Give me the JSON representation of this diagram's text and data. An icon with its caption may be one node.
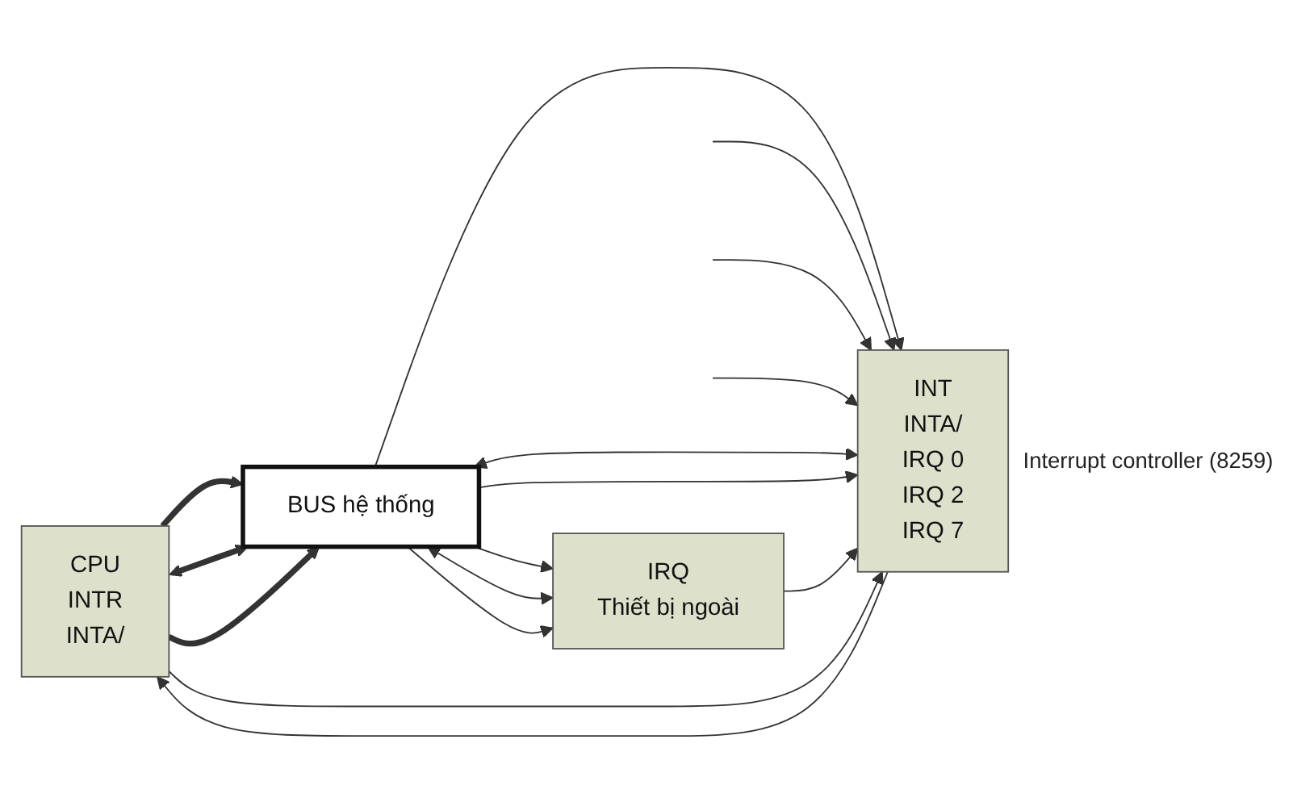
{
  "diagram": {
    "nodes": [
      {
        "text": [
          "CPU",
          "INTR",
          "INTA/"
        ]
      },
      {
        "text": [
          "INT",
          "INTA/",
          "IRQ 0",
          "IRQ 2",
          "IRQ 7"
        ],
        "beside": [
          "Interrupt controller (8259)"
        ]
      },
      {
        "text": [
          "IRQ",
          "Thiết bị ngoài"
        ]
      },
      {
        "text": [
          "BUS hệ thống"
        ]
      }
    ],
    "edges": [
      {
        "from": 0,
        "to": 3,
        "arrow": "to",
        "style": "thick"
      },
      {
        "from": 0,
        "to": 3,
        "arrow": "both",
        "style": "thick"
      },
      {
        "from": 0,
        "to": 3,
        "arrow": "to",
        "style": "thick"
      },
      {
        "from": 3,
        "to": 1,
        "arrow": "to"
      },
      {
        "from": 3,
        "to": 1,
        "arrow": "both"
      },
      {
        "from": 3,
        "to": 1,
        "arrow": "to"
      },
      {
        "from": 3,
        "to": 2,
        "arrow": "to"
      },
      {
        "from": 3,
        "to": 2,
        "arrow": "both"
      },
      {
        "from": 3,
        "to": 2,
        "arrow": "to"
      },
      {
        "from": 1,
        "to": 0,
        "arrow": "to"
      },
      {
        "from": 0,
        "to": 1,
        "arrow": "to"
      },
      {
        "from": 2,
        "to": 1,
        "arrow": "to"
      },
      {
        "from": null,
        "to": 1,
        "arrow": "to"
      },
      {
        "from": null,
        "to": 1,
        "arrow": "to"
      },
      {
        "from": null,
        "to": 1,
        "arrow": "to"
      }
    ]
  }
}
